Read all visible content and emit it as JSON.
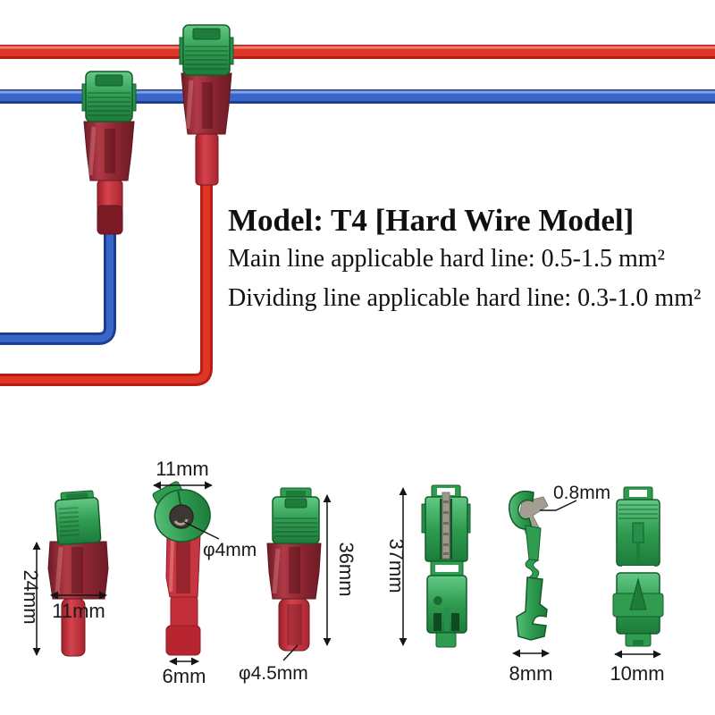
{
  "header": {
    "title": "Model: T4 [Hard Wire Model]",
    "line1": "Main line applicable hard line: 0.5-1.5 mm²",
    "line2": "Dividing line applicable hard line: 0.3-1.0 mm²"
  },
  "colors": {
    "main_wire_red": "#d3251c",
    "branch_wire_blue": "#2a56b8",
    "connector_green": "#2f9c50",
    "connector_body_red": "#8e2733",
    "crimp_tube_red": "#c5303a",
    "dimension_ink": "#1a1a1a"
  },
  "spec_views": {
    "front_assembled": {
      "height": "24mm",
      "width": "11mm"
    },
    "top_view": {
      "width": "11mm",
      "hole_diameter": "φ4mm",
      "tube_width": "6mm"
    },
    "front_view": {
      "height": "36mm",
      "tube_diameter": "φ4.5mm"
    },
    "side_open": {
      "height": "37mm"
    },
    "profile_view": {
      "blade_thickness": "0.8mm",
      "width": "8mm"
    },
    "back_view": {
      "width": "10mm"
    }
  }
}
